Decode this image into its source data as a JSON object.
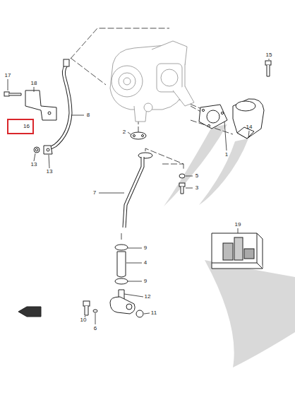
{
  "diagram": {
    "nodes": [
      {
        "text": [
          "16"
        ]
      }
    ],
    "edges": [],
    "labels": [
      "17",
      "18",
      "8",
      "13",
      "13",
      "15",
      "2",
      "14",
      "1",
      "5",
      "3",
      "7",
      "19",
      "9",
      "4",
      "9",
      "12",
      "11",
      "10",
      "6"
    ]
  }
}
